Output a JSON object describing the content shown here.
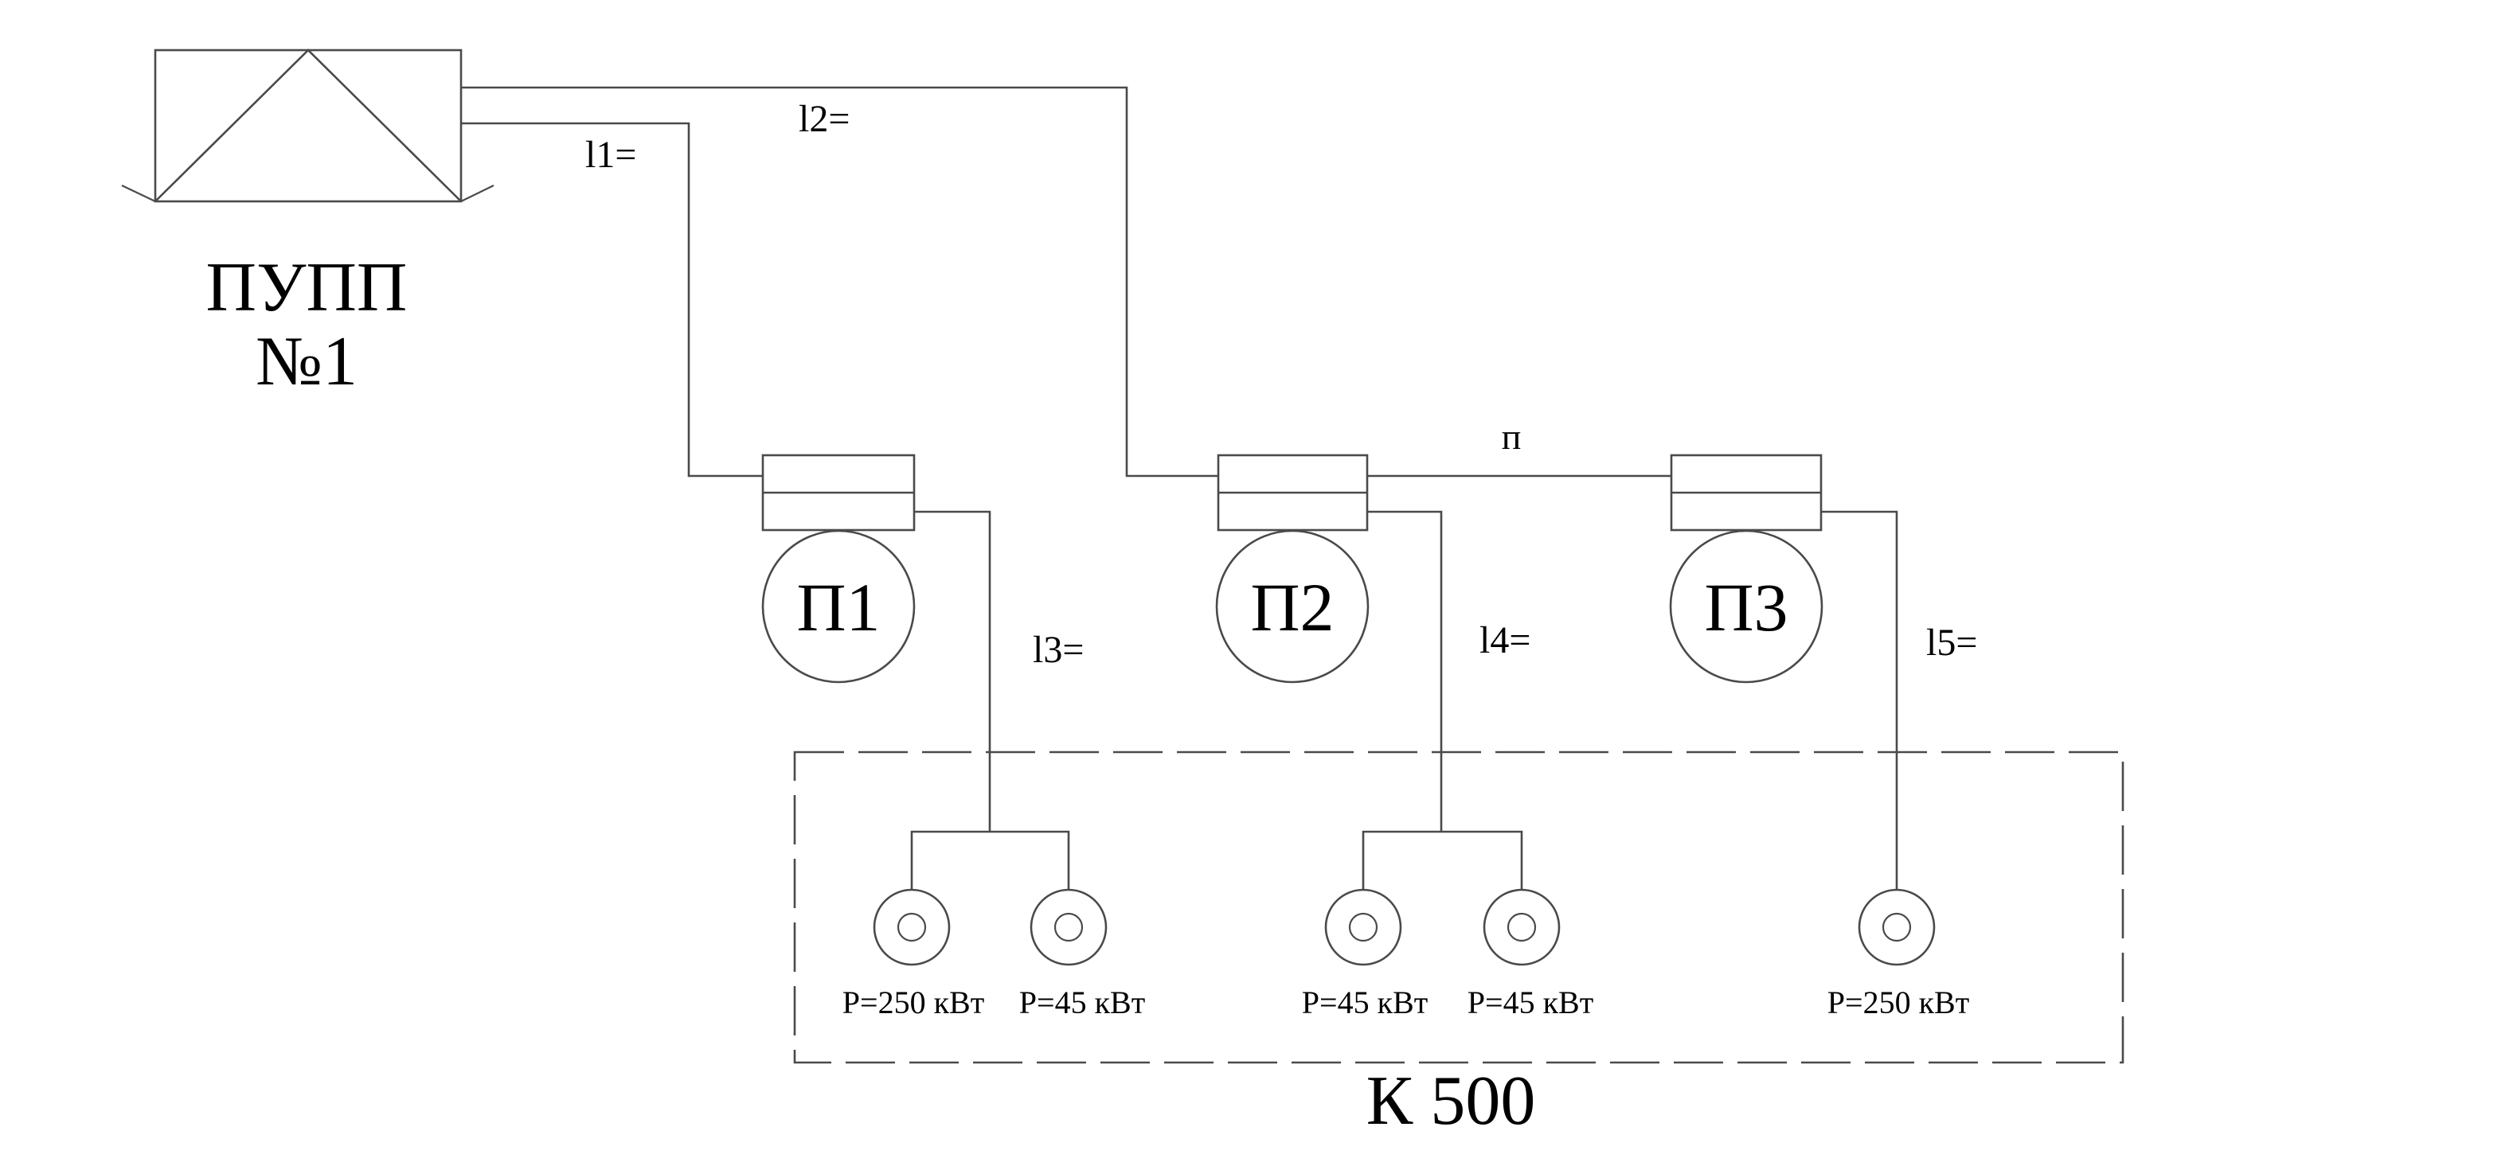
{
  "substation": {
    "name": "ПУПП",
    "number": "№1"
  },
  "cables": {
    "l1": "l1=",
    "l2": "l2=",
    "l3": "l3=",
    "l4": "l4=",
    "l5": "l5=",
    "bridge": "п"
  },
  "starters": {
    "p1": "П1",
    "p2": "П2",
    "p3": "П3"
  },
  "loads": {
    "load_1": "Р=250 кВт",
    "load_2": "Р=45 кВт",
    "load_3": "Р=45 кВт",
    "load_4": "Р=45 кВт",
    "load_5": "Р=250 кВт"
  },
  "group": {
    "label": "К 500"
  }
}
